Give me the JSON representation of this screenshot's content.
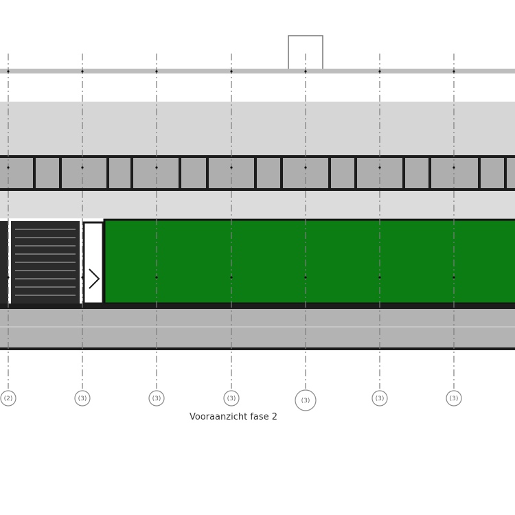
{
  "drawing": {
    "caption": "Vooraanzicht fase 2",
    "grid_labels": [
      "(2)",
      "(3)",
      "(3)",
      "(3)",
      "(3)",
      "(3)",
      "(3)"
    ],
    "colors": {
      "green_panel": "#0b7d12",
      "roof_gray": "#d2d2d2",
      "band_gray": "#aeaeae",
      "dark": "#1c1c1c",
      "grid_line": "#7c7c7c",
      "base_gray": "#b3b3b3"
    }
  }
}
